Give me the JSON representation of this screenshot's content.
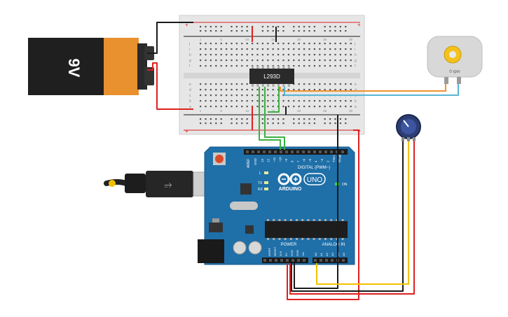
{
  "battery": {
    "label": "9V"
  },
  "ic": {
    "label": "L293D"
  },
  "motor": {
    "rpm_label": "0 rpm"
  },
  "breadboard": {
    "row_letters_top": [
      "j",
      "i",
      "h",
      "g",
      "f"
    ],
    "row_letters_bottom": [
      "e",
      "d",
      "c",
      "b",
      "a"
    ],
    "col_numbers": [
      "1",
      "",
      "",
      "",
      "5",
      "",
      "",
      "",
      "",
      "10",
      "",
      "",
      "",
      "",
      "15",
      "",
      "",
      "",
      "",
      "20",
      "",
      "",
      "",
      "",
      "25",
      "",
      "",
      "",
      "",
      "30"
    ],
    "rail_plus": "+",
    "rail_minus": "−"
  },
  "arduino": {
    "brand": "ARDUINO",
    "model": "UNO",
    "digital_label": "DIGITAL (PWM~)",
    "analog_label": "ANALOG IN",
    "power_label": "POWER",
    "on_label": "ON",
    "l_label": "L",
    "tx_label": "TX",
    "rx_label": "RX",
    "aref_label": "AREF",
    "gnd_label": "GND",
    "digital_pins": [
      "13",
      "12",
      "~11",
      "~10",
      "~9",
      "8",
      "7",
      "~6",
      "~5",
      "4",
      "~3",
      "2",
      "TX▸1",
      "RX◂0"
    ],
    "power_pins": [
      "IOREF",
      "RESET",
      "3V3",
      "5V",
      "GND",
      "GND",
      "Vin"
    ],
    "analog_pins": [
      "A0",
      "A1",
      "A2",
      "A3",
      "A4",
      "A5"
    ]
  },
  "colors": {
    "wire_red": "#e02020",
    "wire_black": "#1a1a1a",
    "wire_green": "#3cb043",
    "wire_orange": "#f0922b",
    "wire_blue": "#5ab4d6",
    "wire_yellow": "#f2c200",
    "arduino_blue": "#1f6fa8",
    "battery_orange": "#e8912e",
    "battery_black": "#1f1f1f"
  }
}
